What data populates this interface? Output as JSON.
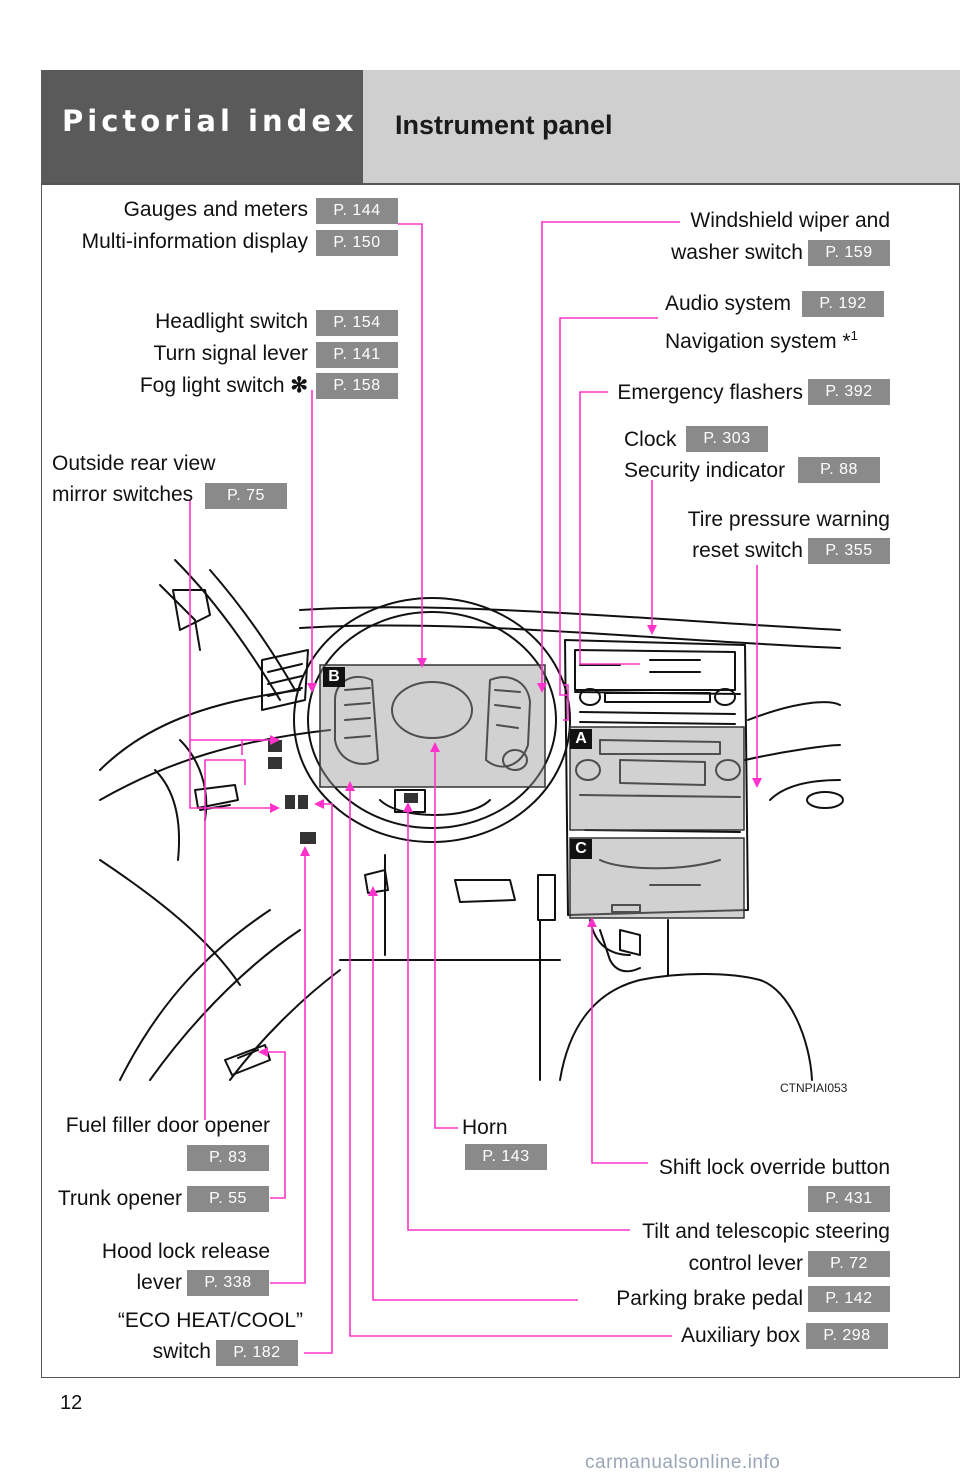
{
  "header": {
    "section_title": "Pictorial index",
    "sub_title": "Instrument panel"
  },
  "callouts": {
    "gauges": {
      "label": "Gauges and meters",
      "page": "P. 144"
    },
    "multi_info": {
      "label": "Multi-information display",
      "page": "P. 150"
    },
    "headlight": {
      "label": "Headlight switch",
      "page": "P. 154"
    },
    "turn_signal": {
      "label": "Turn signal lever",
      "page": "P. 141"
    },
    "fog_light": {
      "label": "Fog light switch",
      "page": "P. 158"
    },
    "outside_mirror": {
      "label_line1": "Outside rear view",
      "label_line2": "mirror switches",
      "page": "P. 75"
    },
    "wiper": {
      "label_line1": "Windshield wiper and",
      "label_line2": "washer switch",
      "page": "P. 159"
    },
    "audio": {
      "label": "Audio system",
      "page": "P. 192"
    },
    "navigation": {
      "label": "Navigation system *",
      "note": "1"
    },
    "flashers": {
      "label": "Emergency flashers",
      "page": "P. 392"
    },
    "clock": {
      "label": "Clock",
      "page": "P. 303"
    },
    "security": {
      "label": "Security indicator",
      "page": "P. 88"
    },
    "tire": {
      "label_line1": "Tire pressure warning",
      "label_line2": "reset switch",
      "page": "P. 355"
    },
    "fuel_door": {
      "label": "Fuel filler door opener",
      "page": "P. 83"
    },
    "horn": {
      "label": "Horn",
      "page": "P. 143"
    },
    "shift_lock": {
      "label": "Shift lock override button",
      "page": "P. 431"
    },
    "trunk": {
      "label": "Trunk opener",
      "page": "P. 55"
    },
    "tilt": {
      "label_line1": "Tilt and telescopic steering",
      "label_line2": "control lever",
      "page": "P. 72"
    },
    "hood": {
      "label_line1": "Hood lock release",
      "label_line2": "lever",
      "page": "P. 338"
    },
    "parking": {
      "label": "Parking brake pedal",
      "page": "P. 142"
    },
    "eco": {
      "label_line1": "“ECO HEAT/COOL”",
      "label_line2": "switch",
      "page": "P. 182"
    },
    "aux": {
      "label": "Auxiliary box",
      "page": "P. 298"
    }
  },
  "markers": {
    "a": "A",
    "b": "B",
    "c": "C"
  },
  "figure_code": "CTNPIAI053",
  "page_number": "12",
  "watermark": "carmanualsonline.info",
  "colors": {
    "leader": "#ff33cc",
    "badge": "#8a8a8a",
    "header_dark": "#5a5a5a",
    "header_light": "#cfcfcf"
  }
}
